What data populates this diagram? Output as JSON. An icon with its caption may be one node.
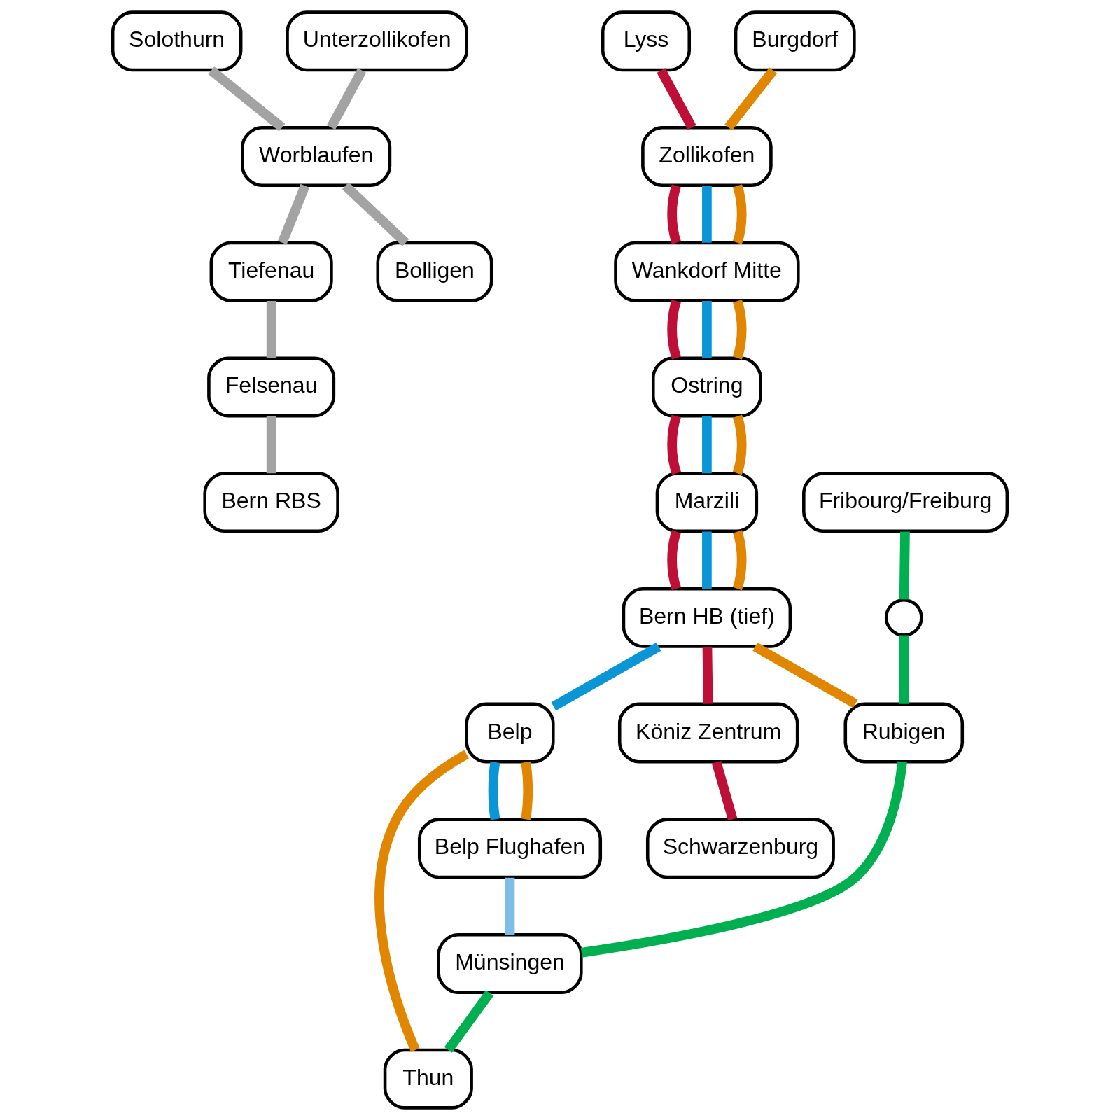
{
  "diagram": {
    "nodes": [
      {
        "text": [
          "Solothurn"
        ]
      },
      {
        "text": [
          "Lyss"
        ]
      },
      {
        "text": [
          "Burgdorf"
        ]
      },
      {
        "text": [
          "Zollikofen"
        ]
      },
      {
        "text": [
          "Unterzollikofen"
        ]
      },
      {
        "text": [
          "Wankdorf Mitte"
        ]
      },
      {
        "text": [
          "Worblaufen"
        ]
      },
      {
        "text": [
          "Ostring"
        ]
      },
      {
        "text": [
          "Tiefenau"
        ]
      },
      {
        "text": [
          "Marzili"
        ]
      },
      {
        "text": [
          "Felsenau"
        ]
      },
      {
        "text": [
          "Bolligen"
        ]
      },
      {
        "text": [
          "Bern HB (tief)"
        ]
      },
      {
        "text": [
          "Bern RBS"
        ]
      },
      {
        "text": [],
        "shape": "circle"
      },
      {
        "text": [
          "Köniz Zentrum"
        ]
      },
      {
        "text": [
          "Belp"
        ]
      },
      {
        "text": [
          "Belp Flughafen"
        ]
      },
      {
        "text": [
          "Rubigen"
        ]
      },
      {
        "text": [
          "Münsingen"
        ]
      },
      {
        "text": [
          "Schwarzenburg"
        ]
      },
      {
        "text": [
          "Fribourg/Freiburg"
        ]
      },
      {
        "text": [
          "Thun"
        ]
      }
    ],
    "edges": [
      {
        "from": 1,
        "to": 3,
        "arrow": "none",
        "color": "#be1037"
      },
      {
        "from": 3,
        "to": 5,
        "arrow": "none",
        "color": "#be1037"
      },
      {
        "from": 5,
        "to": 7,
        "arrow": "none",
        "color": "#be1037"
      },
      {
        "from": 7,
        "to": 9,
        "arrow": "none",
        "color": "#be1037"
      },
      {
        "from": 9,
        "to": 12,
        "arrow": "none",
        "color": "#be1037"
      },
      {
        "from": 12,
        "to": 15,
        "arrow": "none",
        "color": "#be1037"
      },
      {
        "from": 15,
        "to": 20,
        "arrow": "none",
        "color": "#be1037"
      },
      {
        "from": 3,
        "to": 5,
        "arrow": "none",
        "color": "#0a96d6"
      },
      {
        "from": 5,
        "to": 7,
        "arrow": "none",
        "color": "#0a96d6"
      },
      {
        "from": 7,
        "to": 9,
        "arrow": "none",
        "color": "#0a96d6"
      },
      {
        "from": 9,
        "to": 12,
        "arrow": "none",
        "color": "#0a96d6"
      },
      {
        "from": 12,
        "to": 16,
        "arrow": "none",
        "color": "#0a96d6"
      },
      {
        "from": 16,
        "to": 17,
        "arrow": "none",
        "color": "#0a96d6"
      },
      {
        "from": 17,
        "to": 19,
        "arrow": "none",
        "color": "#7dbde6"
      },
      {
        "from": 2,
        "to": 3,
        "arrow": "none",
        "color": "#e08600"
      },
      {
        "from": 3,
        "to": 5,
        "arrow": "none",
        "color": "#e08600"
      },
      {
        "from": 5,
        "to": 7,
        "arrow": "none",
        "color": "#e08600"
      },
      {
        "from": 7,
        "to": 9,
        "arrow": "none",
        "color": "#e08600"
      },
      {
        "from": 9,
        "to": 12,
        "arrow": "none",
        "color": "#e08600"
      },
      {
        "from": 12,
        "to": 18,
        "arrow": "none",
        "color": "#e08600"
      },
      {
        "from": 17,
        "to": 16,
        "arrow": "none",
        "color": "#e08600"
      },
      {
        "from": 16,
        "to": 22,
        "arrow": "none",
        "color": "#e08600"
      },
      {
        "from": 0,
        "to": 6,
        "arrow": "none",
        "color": "#a3a3a3"
      },
      {
        "from": 6,
        "to": 8,
        "arrow": "none",
        "color": "#a3a3a3"
      },
      {
        "from": 8,
        "to": 10,
        "arrow": "none",
        "color": "#a3a3a3"
      },
      {
        "from": 10,
        "to": 13,
        "arrow": "none",
        "color": "#a3a3a3"
      },
      {
        "from": 4,
        "to": 6,
        "arrow": "none",
        "color": "#a3a3a3"
      },
      {
        "from": 6,
        "to": 11,
        "arrow": "none",
        "color": "#a3a3a3"
      },
      {
        "from": 21,
        "to": 14,
        "arrow": "none",
        "color": "#00b050"
      },
      {
        "from": 14,
        "to": 18,
        "arrow": "none",
        "color": "#00b050"
      },
      {
        "from": 18,
        "to": 19,
        "arrow": "none",
        "color": "#00b050"
      },
      {
        "from": 19,
        "to": 22,
        "arrow": "none",
        "color": "#00b050"
      }
    ]
  }
}
